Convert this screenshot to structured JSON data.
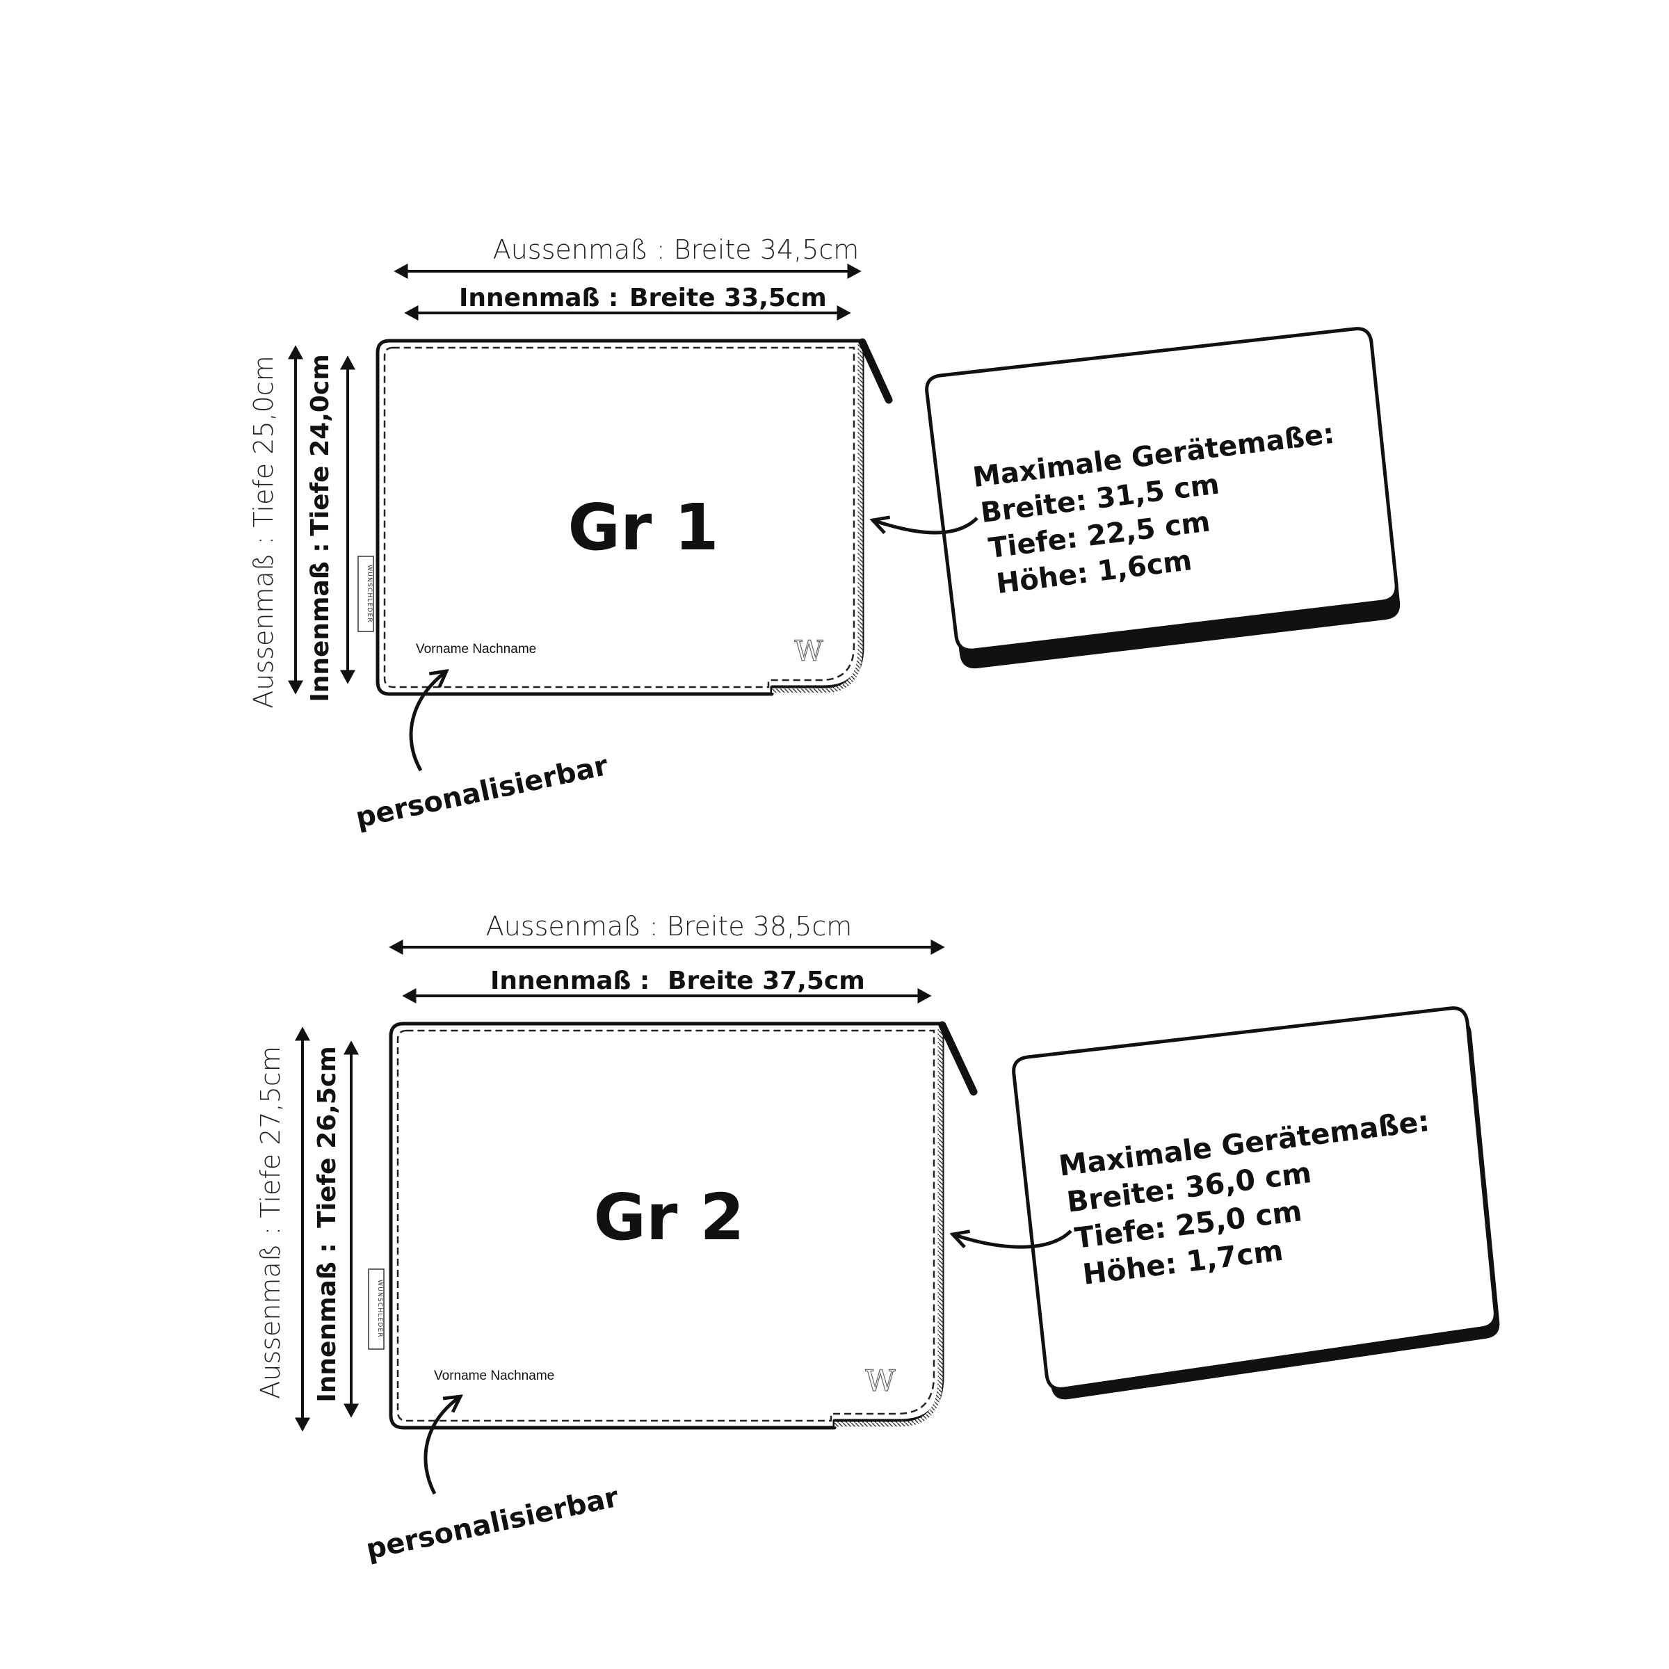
{
  "sizes": [
    {
      "title": "Gr 1",
      "outer_width": "Aussenmaß : Breite 34,5cm",
      "inner_width_label": "Innenmaß :",
      "inner_width_value": "Breite 33,5cm",
      "outer_depth": "Aussenmaß : Tiefe 25,0cm",
      "inner_depth_label": "Innenmaß :",
      "inner_depth_value": "Tiefe 24,0cm",
      "name_placeholder": "Vorname Nachname",
      "personalizable": "personalisierbar",
      "brand_tag": "WUNSCHLEDER",
      "logo": "W",
      "device": {
        "heading": "Maximale Gerätemaße:",
        "width": "Breite: 31,5 cm",
        "depth": "Tiefe: 22,5 cm",
        "height": "Höhe: 1,6cm"
      }
    },
    {
      "title": "Gr 2",
      "outer_width": "Aussenmaß : Breite 38,5cm",
      "inner_width_label": "Innenmaß :",
      "inner_width_value": "Breite 37,5cm",
      "outer_depth": "Aussenmaß : Tiefe 27,5cm",
      "inner_depth_label": "Innenmaß :",
      "inner_depth_value": "Tiefe 26,5cm",
      "name_placeholder": "Vorname Nachname",
      "personalizable": "personalisierbar",
      "brand_tag": "WUNSCHLEDER",
      "logo": "W",
      "device": {
        "heading": "Maximale Gerätemaße:",
        "width": "Breite: 36,0 cm",
        "depth": "Tiefe: 25,0 cm",
        "height": "Höhe: 1,7cm"
      }
    }
  ]
}
